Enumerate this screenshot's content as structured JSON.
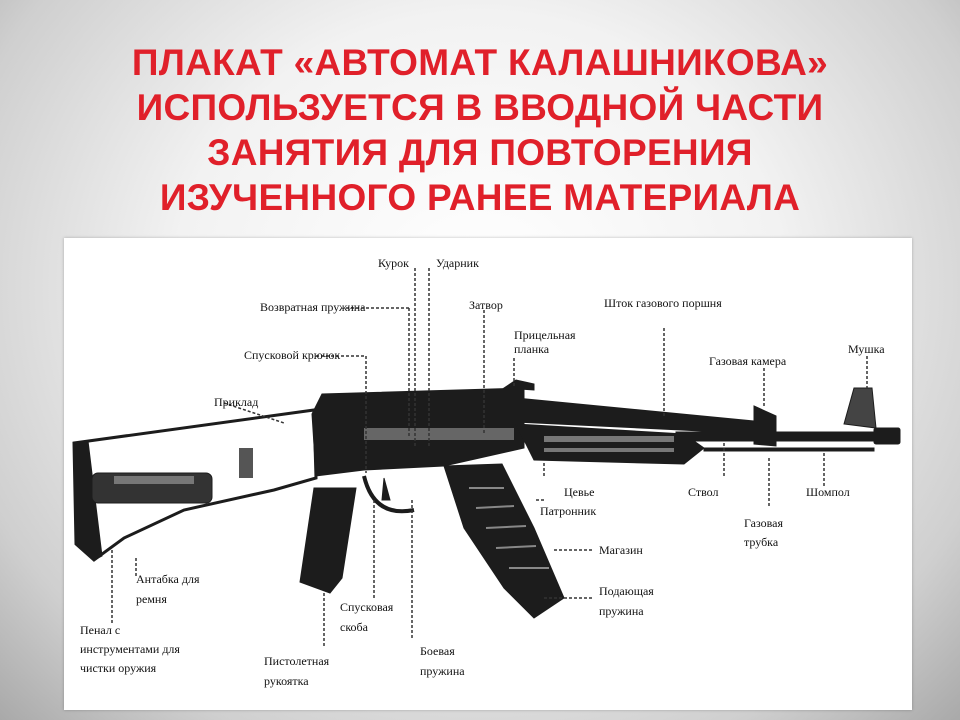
{
  "title": {
    "line1": "ПЛАКАТ «АВТОМАТ КАЛАШНИКОВА»",
    "line2": "ИСПОЛЬЗУЕТСЯ В ВВОДНОЙ ЧАСТИ",
    "line3": "ЗАНЯТИЯ ДЛЯ ПОВТОРЕНИЯ",
    "line4": "ИЗУЧЕННОГО РАНЕЕ МАТЕРИАЛА"
  },
  "colors": {
    "title": "#e0202a",
    "rifle": "#1c1c1c",
    "background": "#dcdcdc"
  },
  "labels": {
    "kurok": "Курок",
    "udarnik": "Ударник",
    "vozvratnaya_pruzhina": "Возвратная пружина",
    "zatvor": "Затвор",
    "shtok": "Шток газового поршня",
    "spuskovoy_kryuchok": "Спусковой крючок",
    "pritselnaya_planka_1": "Прицельная",
    "pritselnaya_planka_2": "планка",
    "gazovaya_kamera": "Газовая камера",
    "mushka": "Мушка",
    "priklad": "Приклад",
    "tsevye": "Цевье",
    "patronnik": "Патронник",
    "stvol": "Ствол",
    "shompol": "Шомпол",
    "gazovaya_trubka_1": "Газовая",
    "gazovaya_trubka_2": "трубка",
    "magazin": "Магазин",
    "antabka_1": "Антабка для",
    "antabka_2": "ремня",
    "podavayushchaya_1": "Подающая",
    "podavayushchaya_2": "пружина",
    "penal_1": "Пенал с",
    "penal_2": "инструментами для",
    "penal_3": "чистки оружия",
    "spuskovaya_skoba_1": "Спусковая",
    "spuskovaya_skoba_2": "скоба",
    "boevaya_pruzhina_1": "Боевая",
    "boevaya_pruzhina_2": "пружина",
    "pistoletnaya_1": "Пистолетная",
    "pistoletnaya_2": "рукоятка"
  }
}
